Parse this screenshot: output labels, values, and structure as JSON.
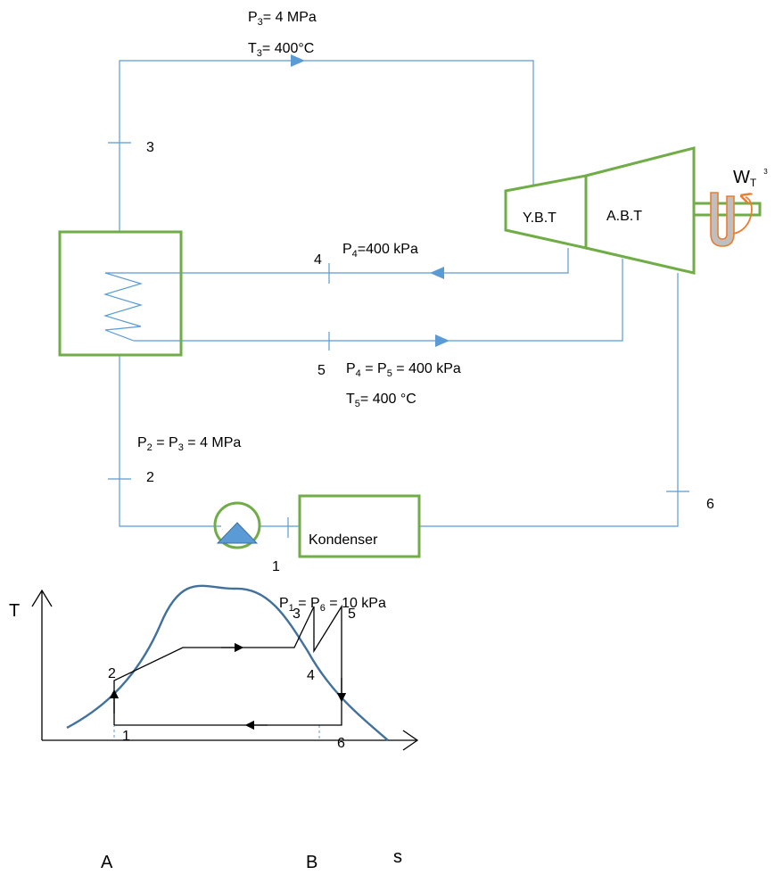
{
  "colors": {
    "pipe": "#5B9BD5",
    "equipment": "#70AD47",
    "dome": "#41719C",
    "cycle": "#000000",
    "shaft_arrow": "#ED7D31",
    "shaft_band": "#BFBFBF"
  },
  "icons": [
    "pump-icon",
    "shaft-rotation-icon",
    "flow-arrow-icon"
  ],
  "plant": {
    "state3_pressure": {
      "sym": "P",
      "sub": "3",
      "text": "= 4 MPa"
    },
    "state3_temperature": {
      "sym": "T",
      "sub": "3",
      "text": "= 400°C"
    },
    "reheat_out_pressure": {
      "sym": "P",
      "sub": "4",
      "text": "=400 kPa"
    },
    "reheat_in_pressure": {
      "sym": "P",
      "sub": "4",
      "mid": " = P",
      "sub2": "5",
      "text": " = 400 kPa"
    },
    "reheat_in_temperature": {
      "sym": "T",
      "sub": "5",
      "text": "= 400 °C"
    },
    "pump_out_pressure": {
      "sym": "P",
      "sub": "2",
      "mid": " = P",
      "sub2": "3",
      "text": " = 4 MPa"
    },
    "condenser_pressure": {
      "sym": "P",
      "sub": "1",
      "mid": " = P",
      "sub2": "6",
      "text": " = 10 kPa"
    },
    "hp_turbine_label": "Y.B.T",
    "lp_turbine_label": "A.B.T",
    "condenser_label": "Kondenser",
    "work_label": {
      "sym": "W",
      "sub": "T",
      "sup": "3"
    },
    "point_labels": {
      "p1": "1",
      "p2": "2",
      "p3": "3",
      "p4": "4",
      "p5": "5",
      "p6": "6"
    }
  },
  "ts_diagram": {
    "t_axis_label": "T",
    "s_axis_label": "s",
    "point_a_label": "A",
    "point_b_label": "B",
    "state_labels": {
      "s1": "1",
      "s2": "2",
      "s3": "3",
      "s4": "4",
      "s5": "5",
      "s6": "6"
    }
  }
}
